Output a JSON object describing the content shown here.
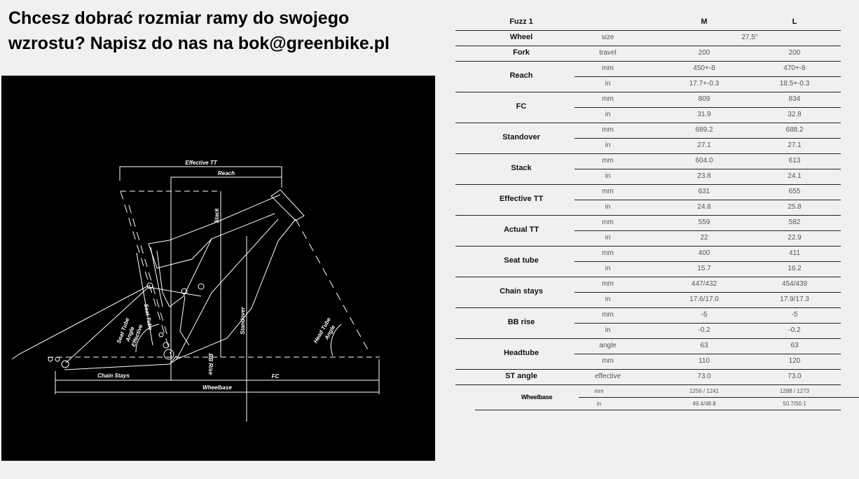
{
  "headline": {
    "line1": "Chcesz dobrać rozmiar ramy do swojego",
    "line2": "wzrostu? Napisz do nas na bok@greenbike.pl"
  },
  "diagram": {
    "labels": {
      "effective_tt": "Effective TT",
      "reach": "Reach",
      "stack": "Stack",
      "seat_tube": "Seat Tube",
      "seat_tube_angle": [
        "Seat Tube",
        "Angle",
        "Effective"
      ],
      "standover": "Standover",
      "head_tube_angle": [
        "Head Tube",
        "Angle"
      ],
      "bb_rise": "BB Rise",
      "chain_stays": "Chain Stays",
      "fc": "FC",
      "wheelbase": "Wheelbase"
    }
  },
  "spec_table": {
    "model": "Fuzz 1",
    "sizes": [
      "M",
      "L"
    ],
    "rows": [
      {
        "label": "Wheel",
        "subs": [
          {
            "unit": "size",
            "span": "27,5''"
          }
        ]
      },
      {
        "label": "Fork",
        "subs": [
          {
            "unit": "travel",
            "m": "200",
            "l": "200"
          }
        ]
      },
      {
        "label": "Reach",
        "subs": [
          {
            "unit": "mm",
            "m": "450+-8",
            "l": "470+-8"
          },
          {
            "unit": "in",
            "m": "17.7+-0.3",
            "l": "18.5+-0.3"
          }
        ]
      },
      {
        "label": "FC",
        "subs": [
          {
            "unit": "mm",
            "m": "809",
            "l": "834"
          },
          {
            "unit": "in",
            "m": "31.9",
            "l": "32.8"
          }
        ]
      },
      {
        "label": "Standover",
        "subs": [
          {
            "unit": "mm",
            "m": "689.2",
            "l": "688.2"
          },
          {
            "unit": "in",
            "m": "27.1",
            "l": "27.1"
          }
        ]
      },
      {
        "label": "Stack",
        "subs": [
          {
            "unit": "mm",
            "m": "604.0",
            "l": "613"
          },
          {
            "unit": "in",
            "m": "23.8",
            "l": "24.1"
          }
        ]
      },
      {
        "label": "Effective TT",
        "subs": [
          {
            "unit": "mm",
            "m": "631",
            "l": "655"
          },
          {
            "unit": "in",
            "m": "24.8",
            "l": "25.8"
          }
        ]
      },
      {
        "label": "Actual TT",
        "subs": [
          {
            "unit": "mm",
            "m": "559",
            "l": "582"
          },
          {
            "unit": "in",
            "m": "22",
            "l": "22.9"
          }
        ]
      },
      {
        "label": "Seat tube",
        "subs": [
          {
            "unit": "mm",
            "m": "400",
            "l": "411"
          },
          {
            "unit": "in",
            "m": "15.7",
            "l": "16.2"
          }
        ]
      },
      {
        "label": "Chain stays",
        "subs": [
          {
            "unit": "mm",
            "m": "447/432",
            "l": "454/439"
          },
          {
            "unit": "in",
            "m": "17.6/17.0",
            "l": "17.9/17.3"
          }
        ]
      },
      {
        "label": "BB rise",
        "subs": [
          {
            "unit": "mm",
            "m": "-5",
            "l": "-5"
          },
          {
            "unit": "in",
            "m": "-0.2",
            "l": "-0.2"
          }
        ]
      },
      {
        "label": "Headtube",
        "subs": [
          {
            "unit": "angle",
            "m": "63",
            "l": "63"
          },
          {
            "unit": "mm",
            "m": "110",
            "l": "120"
          }
        ]
      },
      {
        "label": "ST angle",
        "subs": [
          {
            "unit": "effective",
            "m": "73.0",
            "l": "73.0"
          }
        ]
      }
    ],
    "wheelbase": {
      "label": "Wheelbase",
      "subs": [
        {
          "unit": "mm",
          "m": "1256 / 1241",
          "l": "1288 / 1273"
        },
        {
          "unit": "in",
          "m": "49.4/48.8",
          "l": "50.7/50.1"
        }
      ]
    }
  }
}
